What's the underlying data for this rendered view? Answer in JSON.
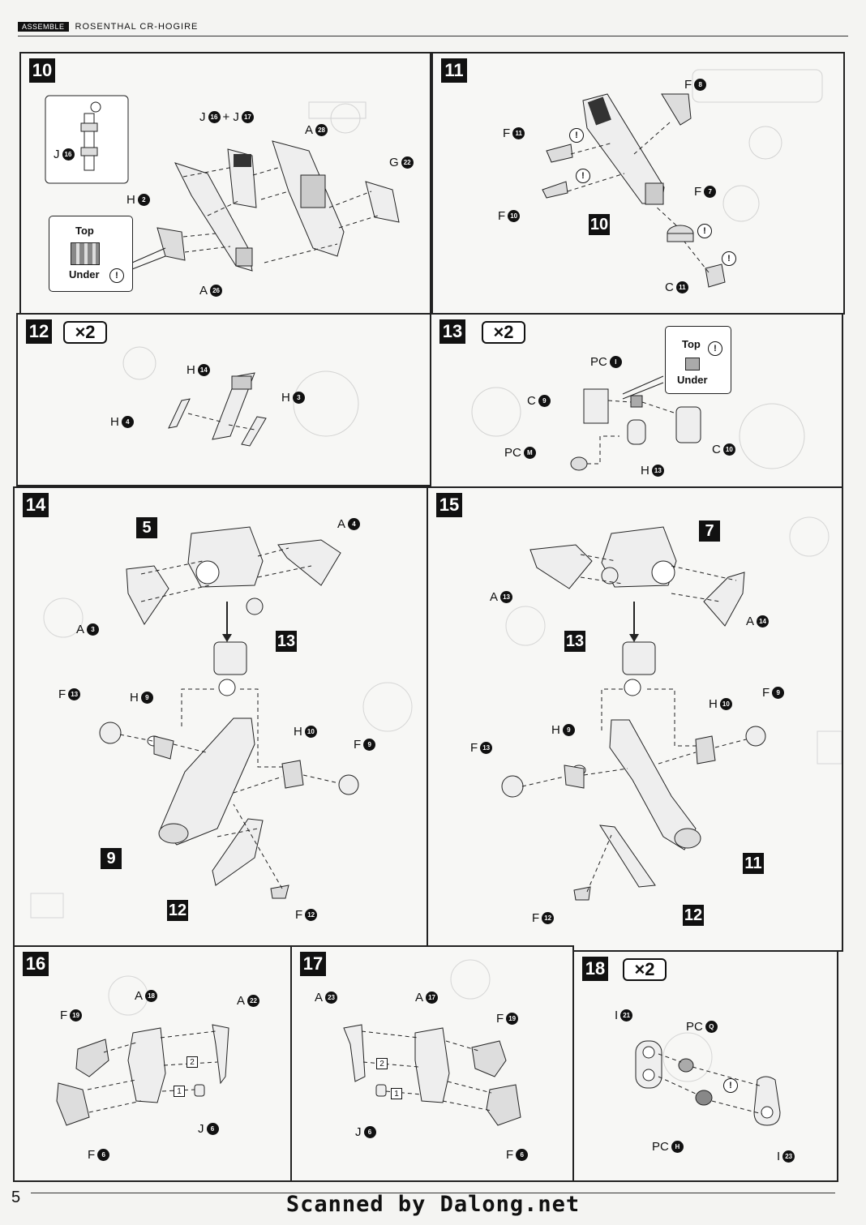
{
  "header": {
    "tag": "ASSEMBLE",
    "title": "ROSENTHAL CR-HOGIRE"
  },
  "footer": {
    "page_number": "5",
    "credit": "Scanned by Dalong.net"
  },
  "common": {
    "top": "Top",
    "under": "Under",
    "warn": "!"
  },
  "steps": {
    "s10": {
      "num": "10",
      "inset_label": "J",
      "inset_id": "16",
      "labels": [
        {
          "p": "J",
          "id": "16",
          "extra": "+ J",
          "id2": "17"
        },
        {
          "p": "A",
          "id": "28"
        },
        {
          "p": "G",
          "id": "22"
        },
        {
          "p": "H",
          "id": "2"
        },
        {
          "p": "A",
          "id": "26"
        }
      ]
    },
    "s11": {
      "num": "11",
      "sub": "10",
      "labels": [
        {
          "p": "F",
          "id": "8"
        },
        {
          "p": "F",
          "id": "11"
        },
        {
          "p": "F",
          "id": "10"
        },
        {
          "p": "F",
          "id": "7"
        },
        {
          "p": "C",
          "id": "11"
        }
      ]
    },
    "s12": {
      "num": "12",
      "mult": "×2",
      "labels": [
        {
          "p": "H",
          "id": "14"
        },
        {
          "p": "H",
          "id": "3"
        },
        {
          "p": "H",
          "id": "4"
        }
      ]
    },
    "s13": {
      "num": "13",
      "mult": "×2",
      "labels": [
        {
          "p": "PC",
          "id": "I"
        },
        {
          "p": "C",
          "id": "9"
        },
        {
          "p": "PC",
          "id": "M"
        },
        {
          "p": "H",
          "id": "13"
        },
        {
          "p": "C",
          "id": "10"
        }
      ]
    },
    "s14": {
      "num": "14",
      "subs": [
        "5",
        "13",
        "9",
        "12"
      ],
      "labels": [
        {
          "p": "A",
          "id": "4"
        },
        {
          "p": "A",
          "id": "3"
        },
        {
          "p": "F",
          "id": "13"
        },
        {
          "p": "H",
          "id": "9"
        },
        {
          "p": "H",
          "id": "10"
        },
        {
          "p": "F",
          "id": "9"
        },
        {
          "p": "F",
          "id": "12"
        }
      ]
    },
    "s15": {
      "num": "15",
      "subs": [
        "7",
        "13",
        "11",
        "12"
      ],
      "labels": [
        {
          "p": "A",
          "id": "13"
        },
        {
          "p": "A",
          "id": "14"
        },
        {
          "p": "H",
          "id": "10"
        },
        {
          "p": "F",
          "id": "9"
        },
        {
          "p": "H",
          "id": "9"
        },
        {
          "p": "F",
          "id": "13"
        },
        {
          "p": "F",
          "id": "12"
        }
      ]
    },
    "s16": {
      "num": "16",
      "order": [
        "1",
        "2"
      ],
      "labels": [
        {
          "p": "A",
          "id": "18"
        },
        {
          "p": "A",
          "id": "22"
        },
        {
          "p": "F",
          "id": "19"
        },
        {
          "p": "J",
          "id": "6"
        },
        {
          "p": "F",
          "id": "6"
        }
      ]
    },
    "s17": {
      "num": "17",
      "order": [
        "1",
        "2"
      ],
      "labels": [
        {
          "p": "A",
          "id": "23"
        },
        {
          "p": "A",
          "id": "17"
        },
        {
          "p": "F",
          "id": "19"
        },
        {
          "p": "J",
          "id": "6"
        },
        {
          "p": "F",
          "id": "6"
        }
      ]
    },
    "s18": {
      "num": "18",
      "mult": "×2",
      "labels": [
        {
          "p": "I",
          "id": "21"
        },
        {
          "p": "PC",
          "id": "Q"
        },
        {
          "p": "PC",
          "id": "H"
        },
        {
          "p": "I",
          "id": "23"
        }
      ]
    }
  }
}
